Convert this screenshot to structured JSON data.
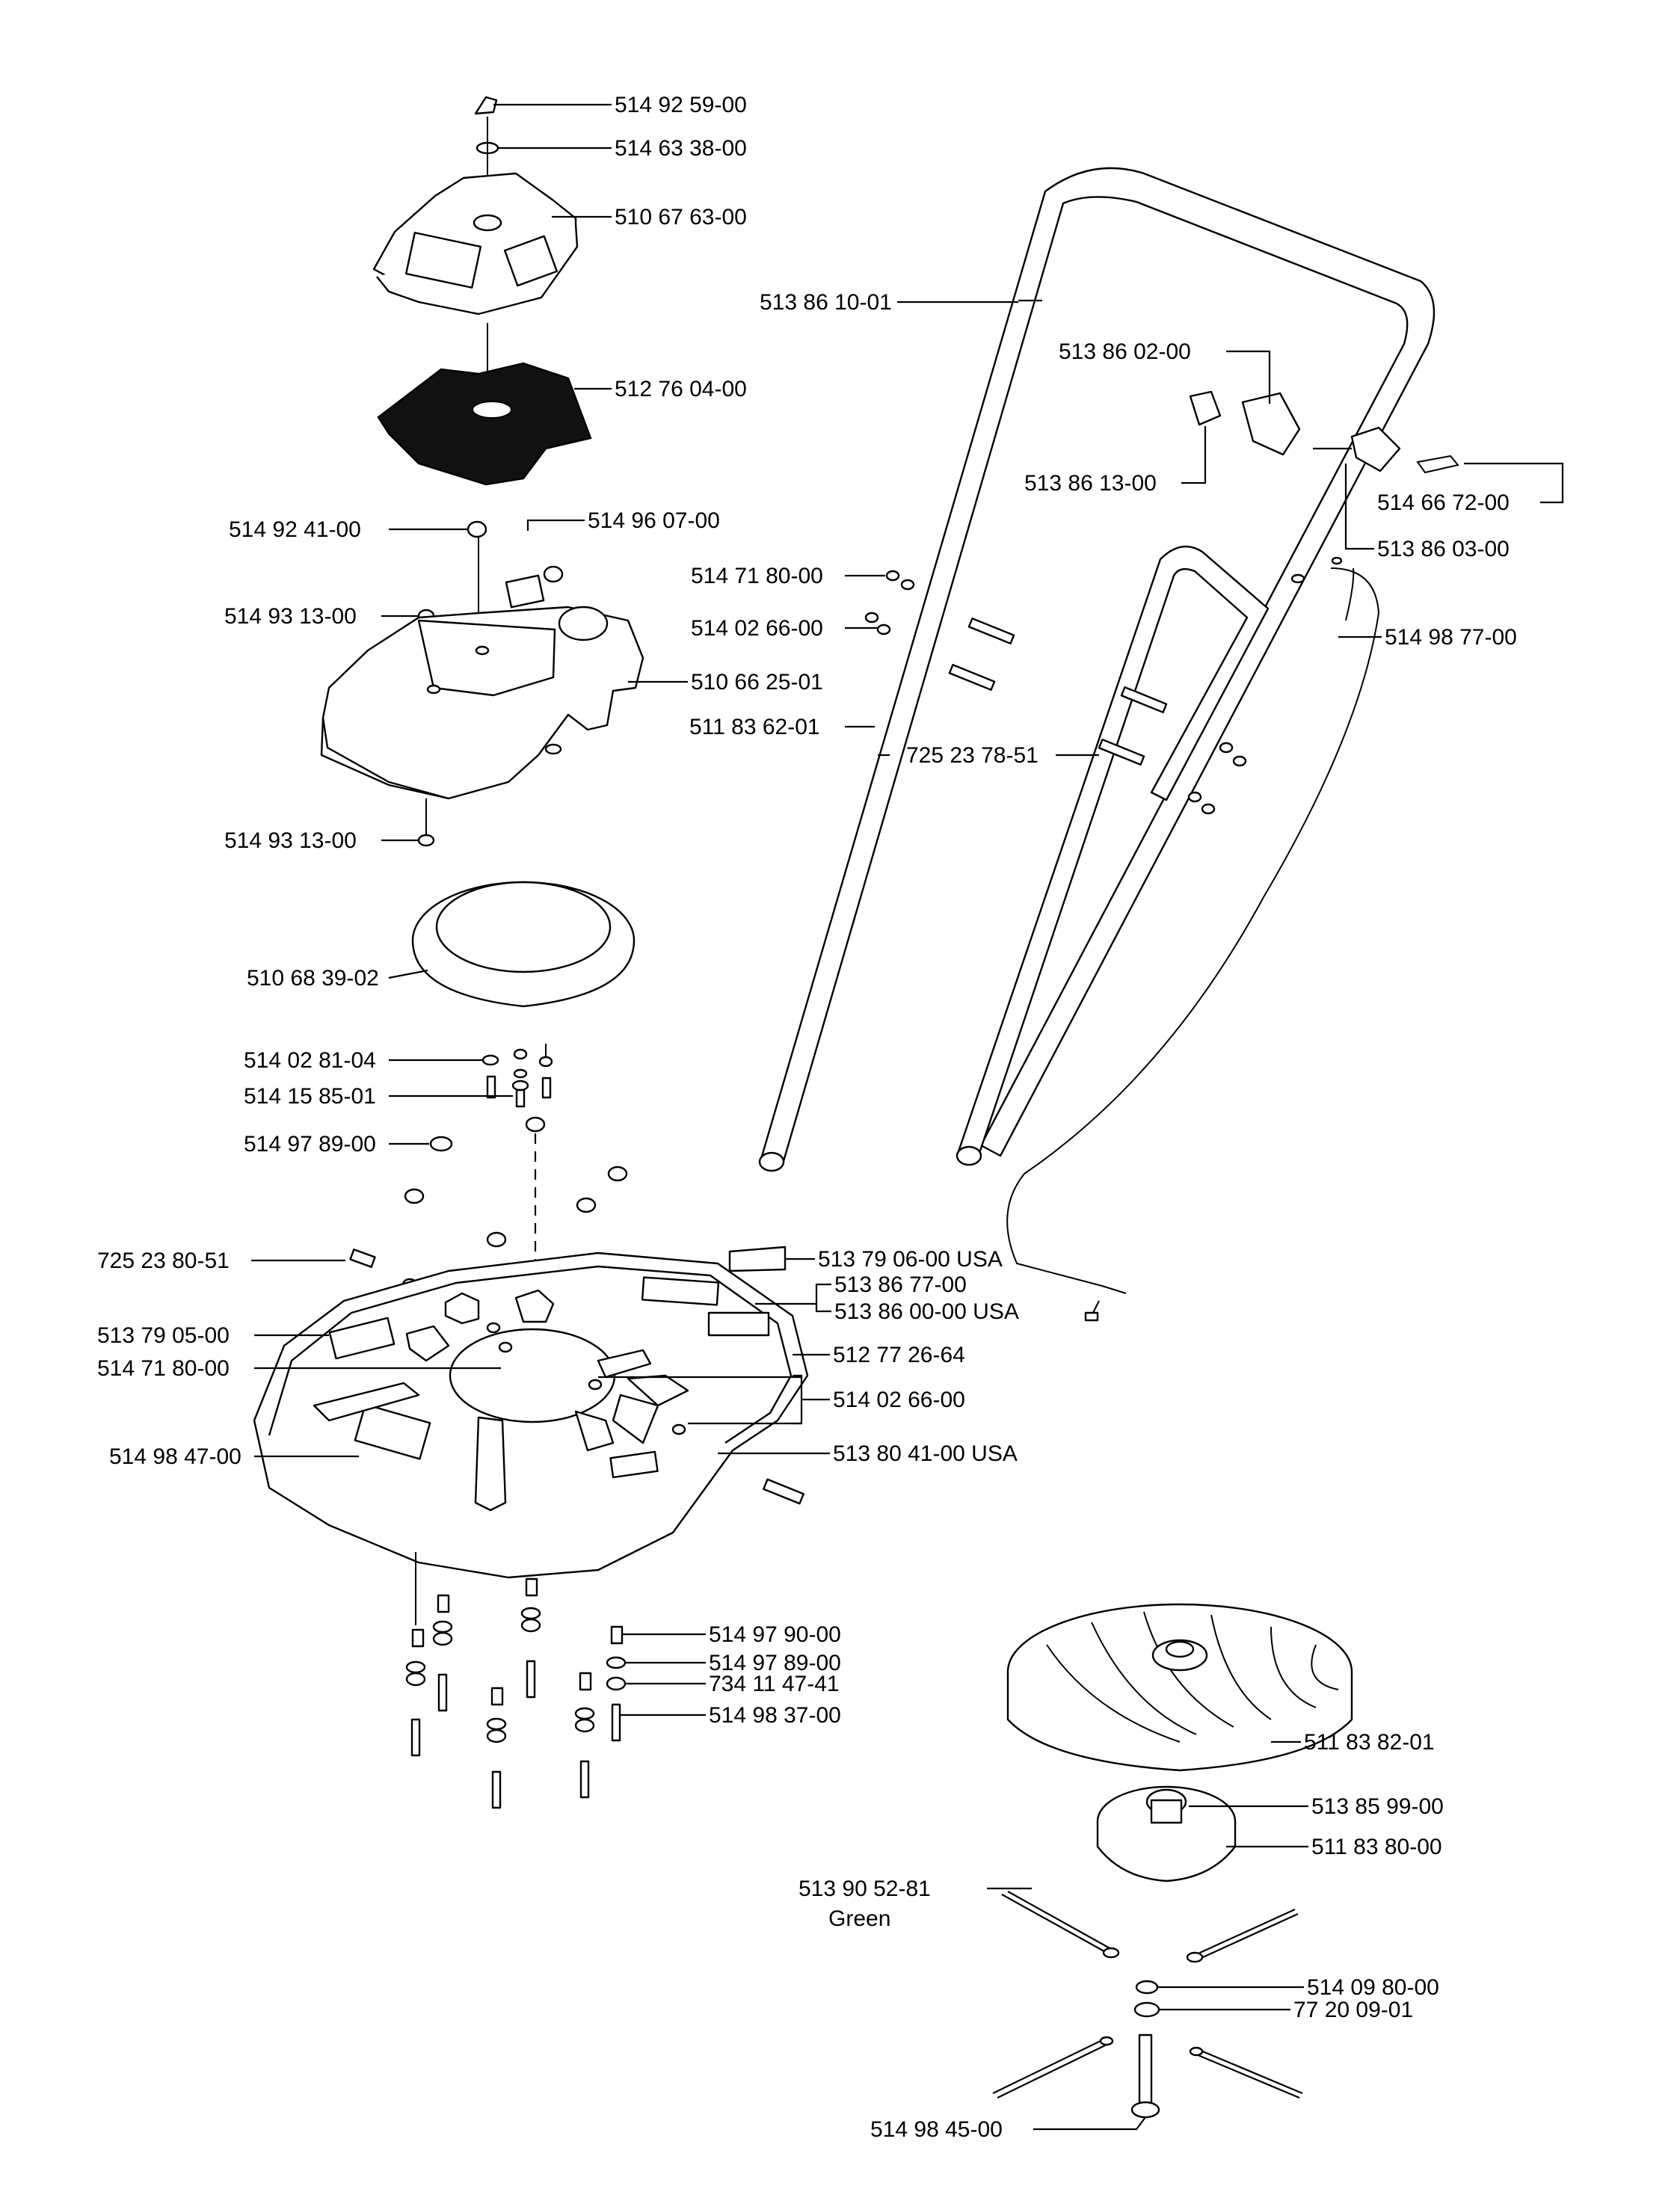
{
  "diagram": {
    "part_numbers": {
      "p_514_92_59_00": "514 92 59-00",
      "p_514_63_38_00": "514 63 38-00",
      "p_510_67_63_00": "510 67 63-00",
      "p_512_76_04_00": "512 76 04-00",
      "p_514_92_41_00": "514 92  41-00",
      "p_514_96_07_00": "514 96 07-00",
      "p_514_93_13_00_a": "514 93 13-00",
      "p_510_66_25_01": "510 66 25-01",
      "p_514_93_13_00_b": "514 93 13-00",
      "p_510_68_39_02": "510 68 39-02",
      "p_514_02_81_04": "514 02 81-04",
      "p_514_15_85_01": "514 15 85-01",
      "p_514_97_89_00_a": "514 97 89-00",
      "p_725_23_80_51": "725 23 80-51",
      "p_513_79_05_00": "513 79 05-00",
      "p_514_71_80_00_a": "514 71 80-00",
      "p_514_98_47_00": "514 98 47-00",
      "p_513_86_10_01": "513 86 10-01",
      "p_513_86_02_00": "513 86 02-00",
      "p_513_86_13_00": "513 86 13-00",
      "p_514_66_72_00": "514 66 72-00",
      "p_513_86_03_00": "513 86 03-00",
      "p_514_71_80_00_b": "514 71 80-00",
      "p_514_02_66_00_a": "514 02 66-00",
      "p_514_98_77_00": "514 98 77-00",
      "p_511_83_62_01": "511 83 62-01",
      "p_725_23_78_51": "725 23 78-51",
      "p_513_79_06_00_usa": "513 79 06-00 USA",
      "p_513_86_77_00": "513 86 77-00",
      "p_513_86_00_00_usa": "513 86 00-00 USA",
      "p_512_77_26_64": "512 77 26-64",
      "p_514_02_66_00_b": "514 02 66-00",
      "p_513_80_41_00_usa": "513 80 41-00 USA",
      "p_514_97_90_00": "514 97 90-00",
      "p_514_97_89_00_b": "514 97 89-00",
      "p_734_11_47_41": "734 11 47-41",
      "p_514_98_37_00": "514 98 37-00",
      "p_511_83_82_01": "511 83 82-01",
      "p_513_85_99_00": "513 85 99-00",
      "p_511_83_80_00": "511 83 80-00",
      "p_513_90_52_81": "513 90 52-81",
      "p_green": "Green",
      "p_514_09_80_00": "514 09 80-00",
      "p_77_20_09_01": "77 20 09-01",
      "p_514_98_45_00": "514 98 45-00"
    }
  }
}
